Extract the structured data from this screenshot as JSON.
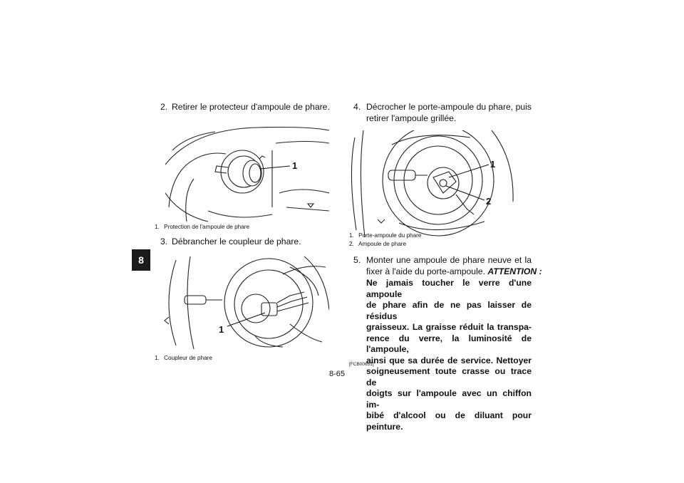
{
  "chapter_tab": "8",
  "left_column": {
    "step2": {
      "number": "2.",
      "text": "Retirer le protecteur d'ampoule de phare."
    },
    "figure1": {
      "callout": "1",
      "caption_number": "1.",
      "caption_text": "Protection de l'ampoule de phare"
    },
    "step3": {
      "number": "3.",
      "text": "Débrancher le coupleur de phare."
    },
    "figure2": {
      "callout": "1",
      "caption_number": "1.",
      "caption_text": "Coupleur de phare"
    }
  },
  "right_column": {
    "step4": {
      "number": "4.",
      "line1": "Décrocher le porte-ampoule du phare, puis",
      "line2": "retirer l'ampoule grillée."
    },
    "figure3": {
      "callout1": "1",
      "callout2": "2",
      "caption1_number": "1.",
      "caption1_text": "Porte-ampoule du phare",
      "caption2_number": "2.",
      "caption2_text": "Ampoule de phare"
    },
    "step5": {
      "number": "5.",
      "line1": "Monter une ampoule de phare neuve et la",
      "line2_text": "fixer à l'aide du porte-ampoule.",
      "attention_label": "ATTENTION :",
      "bold_lines": [
        "Ne jamais toucher le verre d'une ampoule",
        "de phare afin de ne pas laisser de résidus",
        "graisseux. La graisse réduit la transpa-",
        "rence du verre, la luminosité de l'ampoule,",
        "ainsi que sa durée de service. Nettoyer",
        "soigneusement toute crasse ou trace de",
        "doigts sur l'ampoule avec un chiffon im-",
        "bibé d'alcool ou de diluant pour peinture."
      ],
      "ref_code": "[FCB00651]"
    }
  },
  "page_number": "8-65"
}
